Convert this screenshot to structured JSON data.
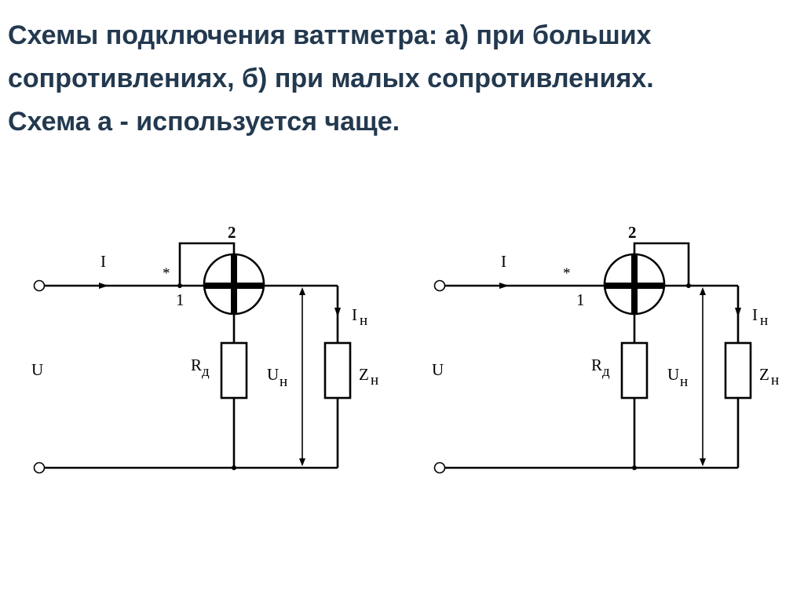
{
  "title": {
    "line1": "Схемы подключения ваттметра: а) при больших",
    "line2": "сопротивлениях, б) при малых сопротивлениях.",
    "line3": "Схема а - используется чаще."
  },
  "circuits": [
    {
      "id": "a",
      "labels": {
        "current": "I",
        "star": "*",
        "terminal1": "1",
        "terminal2": "2",
        "load_current": "I",
        "load_current_sub": "н",
        "voltage": "U",
        "resistor": "R",
        "resistor_sub": "д",
        "load_voltage": "U",
        "load_voltage_sub": "н",
        "load": "Z",
        "load_sub": "н"
      }
    },
    {
      "id": "b",
      "labels": {
        "current": "I",
        "star": "*",
        "terminal1": "1",
        "terminal2": "2",
        "load_current": "I",
        "load_current_sub": "н",
        "voltage": "U",
        "resistor": "R",
        "resistor_sub": "д",
        "load_voltage": "U",
        "load_voltage_sub": "н",
        "load": "Z",
        "load_sub": "н"
      }
    }
  ]
}
